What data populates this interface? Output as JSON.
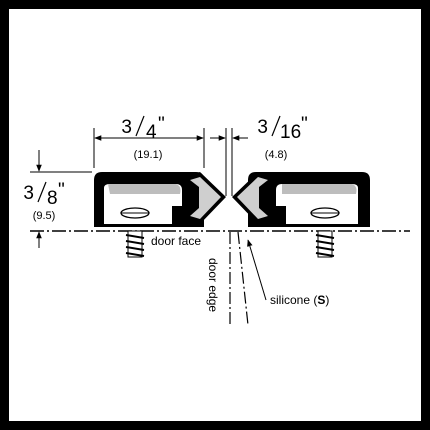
{
  "dimensions": {
    "width": {
      "num": "3",
      "den": "4",
      "unit": "\"",
      "metric": "(19.1)"
    },
    "gap": {
      "num": "3",
      "den": "16",
      "unit": "\"",
      "metric": "(4.8)"
    },
    "height": {
      "num": "3",
      "den": "8",
      "unit": "\"",
      "metric": "(9.5)"
    }
  },
  "labels": {
    "door_face": "door face",
    "door_edge": "door edge",
    "silicone_prefix": "silicone (",
    "silicone_code": "S",
    "silicone_suffix": ")"
  },
  "colors": {
    "ink": "#000000",
    "background": "#ffffff",
    "frame": "#000000",
    "seal_fill": "#cfcfcf"
  }
}
